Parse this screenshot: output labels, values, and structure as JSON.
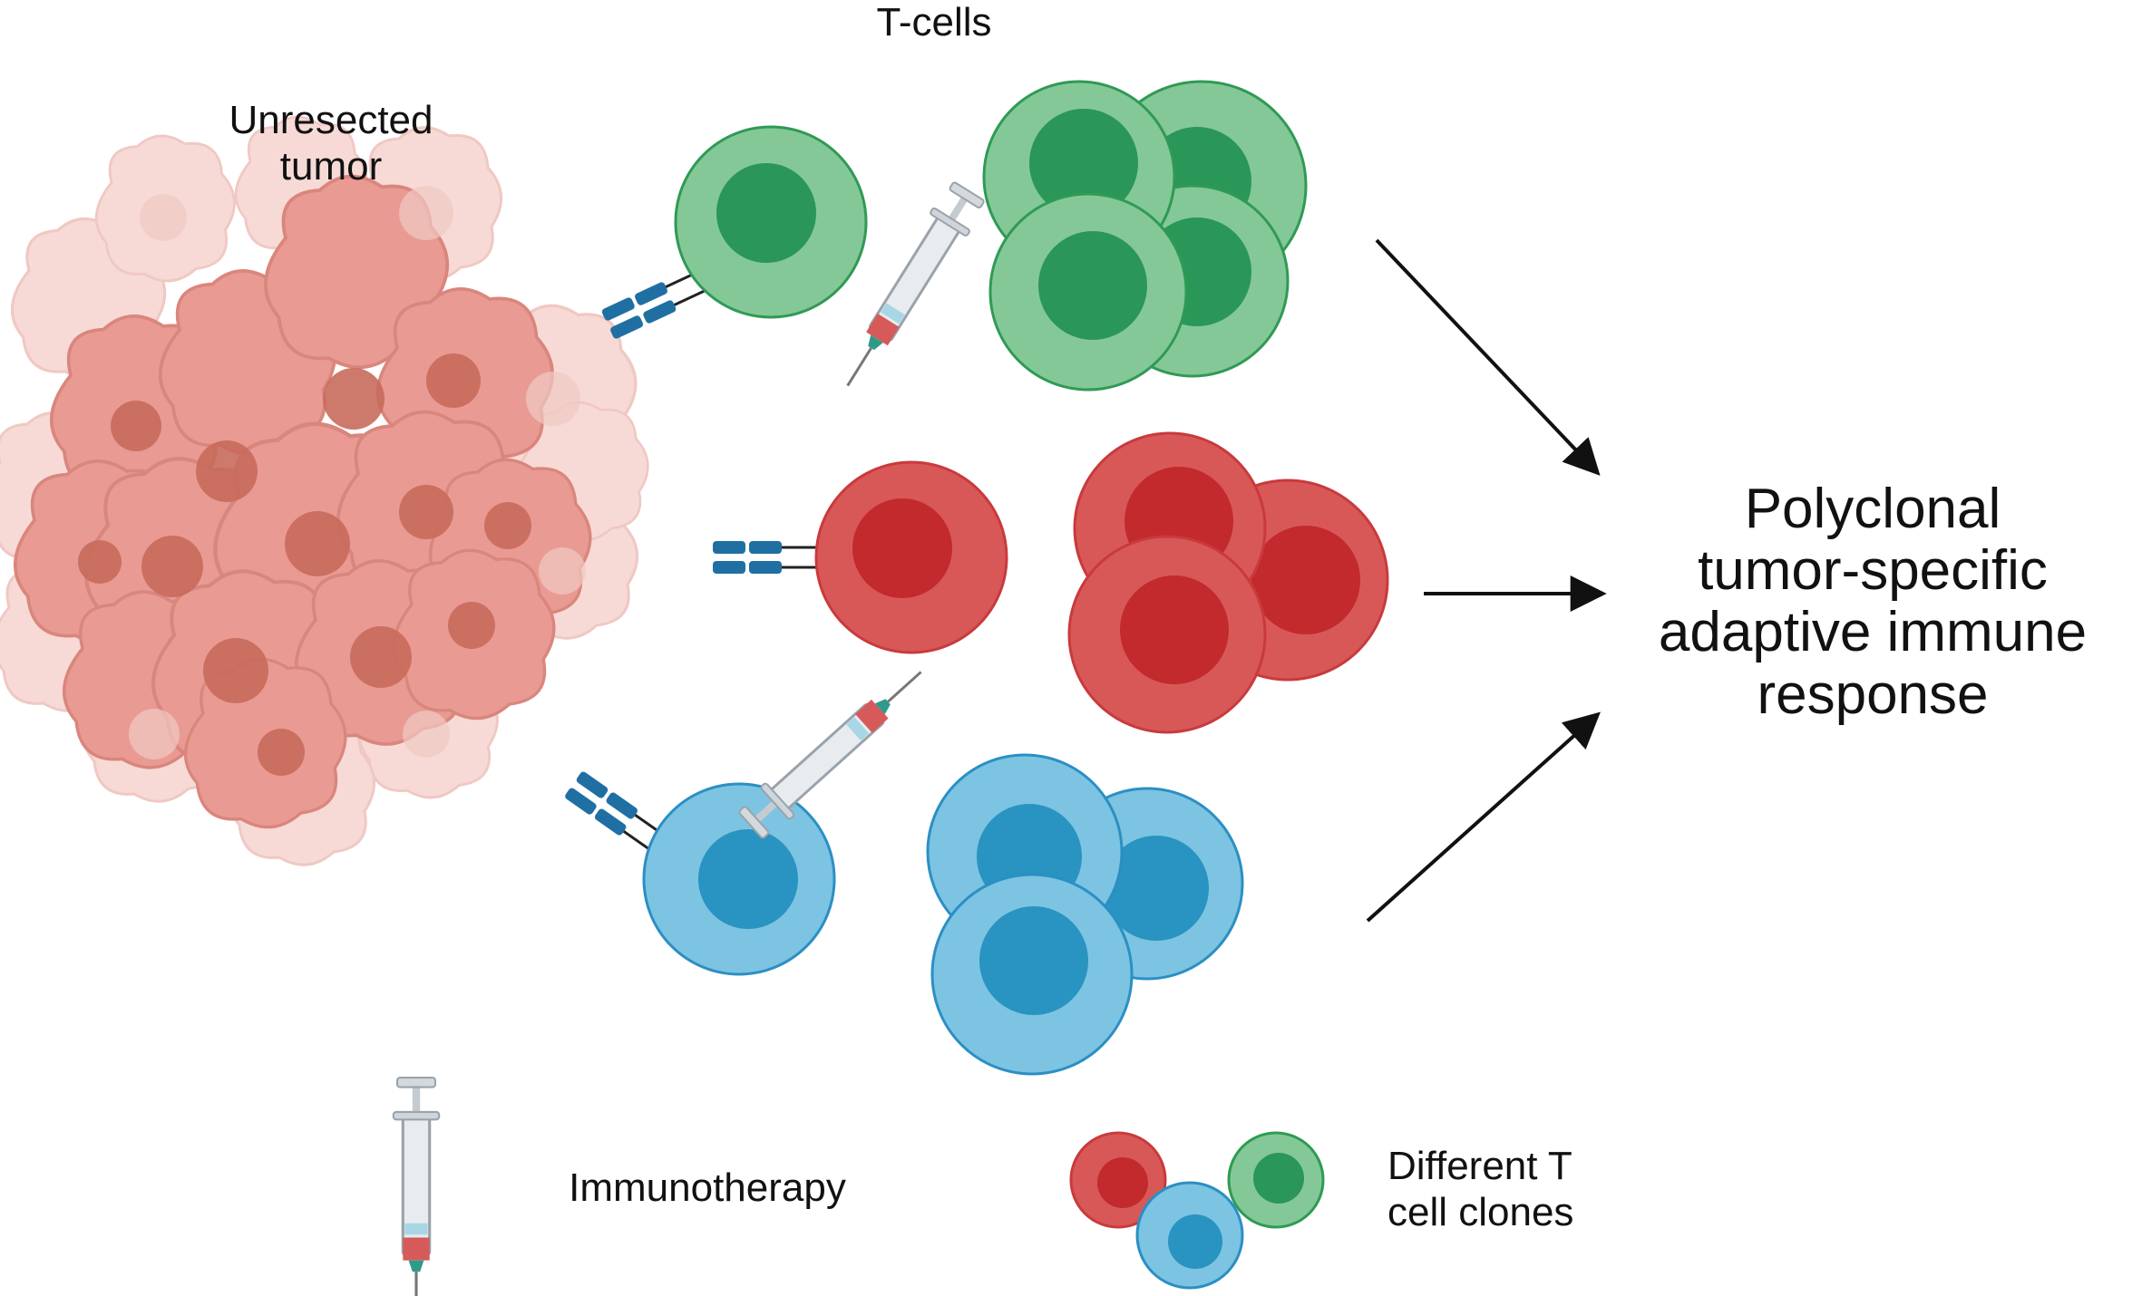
{
  "labels": {
    "tcells": "T-cells",
    "tumor": "Unresected\ntumor",
    "response": "Polyclonal\ntumor-specific\nadaptive immune\nresponse",
    "immunotherapy": "Immunotherapy",
    "clones": "Different T\ncell clones"
  },
  "colors": {
    "green_outer": "#85c897",
    "green_inner": "#2a9658",
    "green_stroke": "#2f9a55",
    "red_outer": "#d85858",
    "red_inner": "#c22a2d",
    "red_stroke": "#c93a3c",
    "blue_outer": "#7cc4e2",
    "blue_inner": "#2993c1",
    "blue_stroke": "#2b8fc4",
    "tumor_cell": "#e99a93",
    "tumor_nucleus": "#c86b5c",
    "antibody": "#1f6fa3",
    "arrow": "#111111"
  },
  "icons": {
    "syringe": "syringe-icon",
    "antibody": "antibody-icon",
    "arrow": "arrow-icon"
  }
}
